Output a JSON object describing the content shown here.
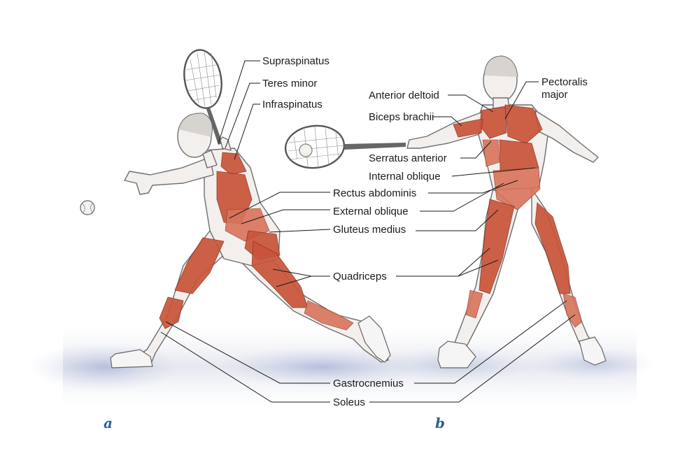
{
  "panels": {
    "a": "a",
    "b": "b"
  },
  "labels": {
    "supraspinatus": "Supraspinatus",
    "teres_minor": "Teres minor",
    "infraspinatus": "Infraspinatus",
    "anterior_deltoid": "Anterior deltoid",
    "pectoralis_major": "Pectoralis\nmajor",
    "biceps_brachii": "Biceps brachii",
    "serratus_anterior": "Serratus anterior",
    "internal_oblique": "Internal oblique",
    "rectus_abdominis": "Rectus abdominis",
    "external_oblique": "External oblique",
    "gluteus_medius": "Gluteus medius",
    "quadriceps": "Quadriceps",
    "gastrocnemius": "Gastrocnemius",
    "soleus": "Soleus"
  },
  "colors": {
    "muscle": "#c9543a",
    "panel_letter": "#2f5f98",
    "ground_shadow": "#9aa7d0"
  }
}
